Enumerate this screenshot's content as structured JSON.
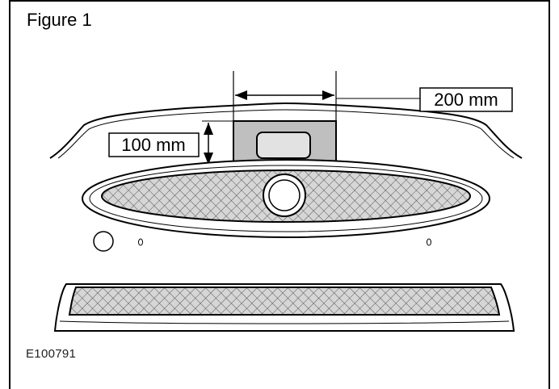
{
  "figure": {
    "title": "Figure 1",
    "reference_code": "E100791"
  },
  "dimensions": {
    "width_label": "200 mm",
    "height_label": "100 mm"
  },
  "colors": {
    "line": "#000000",
    "plate_fill": "#bfbfbf",
    "mesh_fill": "#d9d9d9",
    "paper": "#ffffff"
  }
}
